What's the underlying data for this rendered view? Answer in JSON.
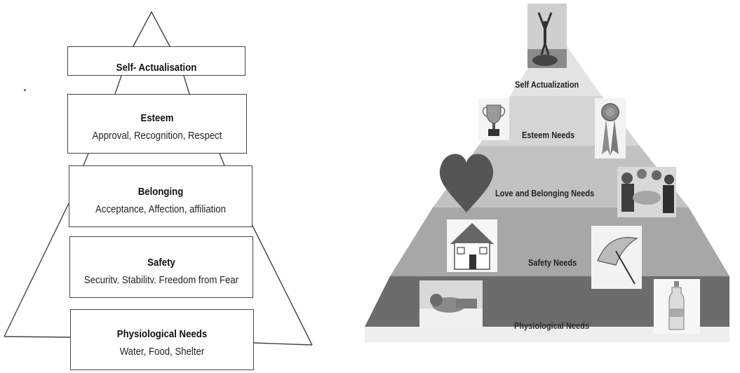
{
  "left_pyramid": {
    "levels": [
      {
        "title": "Self- Actualisation",
        "subtitle": ""
      },
      {
        "title": "Esteem",
        "subtitle": "Approval, Recognition, Respect"
      },
      {
        "title": "Belonging",
        "subtitle": "Acceptance, Affection, affiliation"
      },
      {
        "title": "Safety",
        "subtitle": "Securitv. Stabilitv. Freedom from Fear"
      },
      {
        "title": "Physiological Needs",
        "subtitle": "Water, Food, Shelter"
      }
    ]
  },
  "right_pyramid": {
    "levels": [
      {
        "label": "Self  Actualization",
        "image_icon": "triumph-person-icon",
        "color": "#e3e3e3"
      },
      {
        "label": "Esteem Needs",
        "image_icons": [
          "trophy-icon",
          "ribbon-award-icon"
        ],
        "color": "#d5d5d5"
      },
      {
        "label": "Love and Belonging Needs",
        "image_icons": [
          "heart-icon",
          "group-hands-icon"
        ],
        "color": "#c2c2c2"
      },
      {
        "label": "Safety Needs",
        "image_icons": [
          "house-icon",
          "umbrella-icon"
        ],
        "color": "#a7a7a7"
      },
      {
        "label": "Physiological Needs",
        "image_icons": [
          "sleeping-person-icon",
          "water-bottle-icon"
        ],
        "color": "#6c6c6c"
      }
    ]
  }
}
